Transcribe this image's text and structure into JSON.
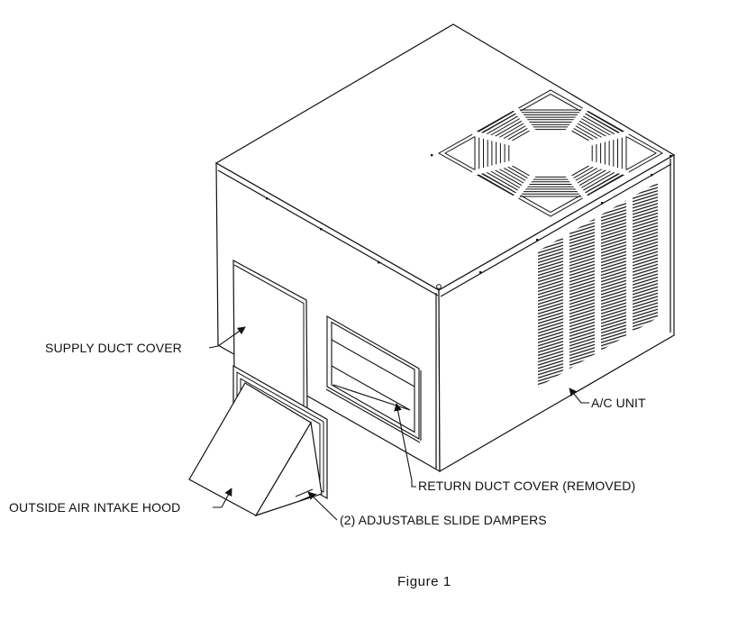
{
  "caption": "Figure 1",
  "labels": {
    "supply_duct_cover": "SUPPLY DUCT COVER",
    "outside_air_intake_hood": "OUTSIDE AIR INTAKE HOOD",
    "return_duct_cover_removed": "RETURN DUCT COVER (REMOVED)",
    "adjustable_slide_dampers": "(2) ADJUSTABLE SLIDE DAMPERS",
    "ac_unit": "A/C UNIT"
  },
  "colors": {
    "line": "#121212",
    "background": "#ffffff"
  }
}
